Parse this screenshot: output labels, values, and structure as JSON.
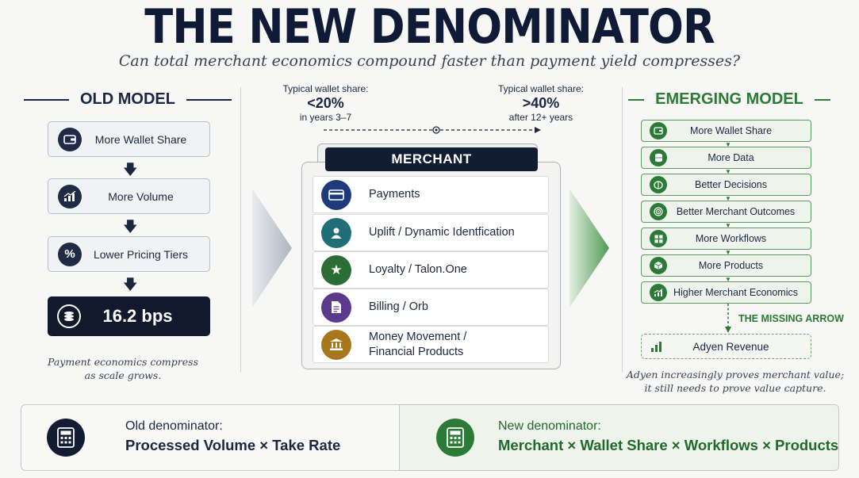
{
  "title": "THE NEW DENOMINATOR",
  "subtitle": "Can total merchant economics compound faster than payment yield compresses?",
  "old_model": {
    "header": "OLD MODEL",
    "steps": [
      {
        "label": "More Wallet Share",
        "icon": "wallet-icon"
      },
      {
        "label": "More Volume",
        "icon": "chart-up-icon"
      },
      {
        "label": "Lower Pricing Tiers",
        "icon": "percent-icon"
      }
    ],
    "result": {
      "value": "16.2 bps",
      "icon": "coins-icon"
    },
    "caption_line1": "Payment economics compress",
    "caption_line2": "as scale grows."
  },
  "wallet_share": {
    "left": {
      "label": "Typical wallet share:",
      "value": "<20%",
      "period": "in years 3–7"
    },
    "right": {
      "label": "Typical wallet share:",
      "value": ">40%",
      "period": "after 12+ years"
    }
  },
  "merchant": {
    "header": "MERCHANT",
    "rows": [
      {
        "line1": "Payments",
        "line2": "",
        "icon": "card-icon",
        "color": "#1f3a7a"
      },
      {
        "line1": "Uplift / Dynamic Identfication",
        "line2": "",
        "icon": "user-icon",
        "color": "#1f6e78"
      },
      {
        "line1": "Loyalty / Talon.One",
        "line2": "",
        "icon": "star-icon",
        "color": "#2b6e35"
      },
      {
        "line1": "Billing / Orb",
        "line2": "",
        "icon": "document-icon",
        "color": "#5b3a8c"
      },
      {
        "line1": "Money Movement /",
        "line2": "Financial Products",
        "icon": "bank-icon",
        "color": "#a8771b"
      }
    ]
  },
  "emerging_model": {
    "header": "EMERGING MODEL",
    "steps": [
      {
        "label": "More Wallet Share",
        "icon": "wallet-icon"
      },
      {
        "label": "More Data",
        "icon": "database-icon"
      },
      {
        "label": "Better Decisions",
        "icon": "brain-icon"
      },
      {
        "label": "Better Merchant Outcomes",
        "icon": "target-icon"
      },
      {
        "label": "More Workflows",
        "icon": "grid-icon"
      },
      {
        "label": "More Products",
        "icon": "box-icon"
      },
      {
        "label": "Higher Merchant Economics",
        "icon": "chart-up-icon"
      }
    ],
    "missing_arrow": "THE MISSING ARROW",
    "revenue": {
      "label": "Adyen Revenue",
      "icon": "bar-chart-icon"
    },
    "caption_line1": "Adyen increasingly proves merchant value;",
    "caption_line2": "it still needs to prove value capture."
  },
  "bottom": {
    "old": {
      "key": "Old denominator:",
      "value": "Processed Volume  ×  Take Rate",
      "icon": "calculator-icon"
    },
    "new": {
      "key": "New denominator:",
      "value": "Merchant × Wallet Share  × Workflows × Products",
      "icon": "calculator-icon"
    }
  },
  "colors": {
    "navy": "#121c33",
    "green": "#2b7a35"
  }
}
